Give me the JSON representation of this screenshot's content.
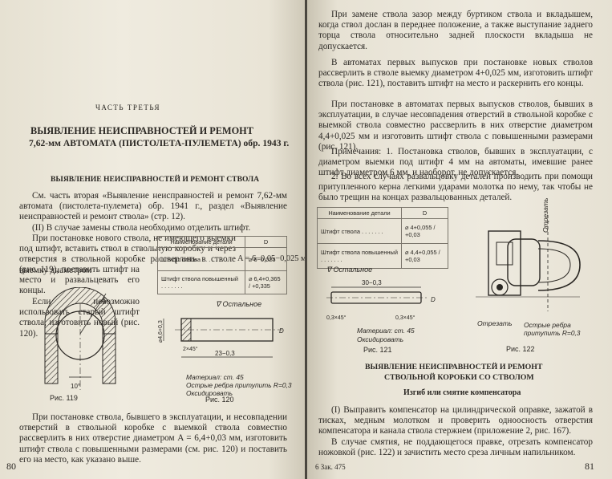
{
  "left_page": {
    "part_label": "ЧАСТЬ ТРЕТЬЯ",
    "title_line1": "ВЫЯВЛЕНИЕ НЕИСПРАВНОСТЕЙ И РЕМОНТ",
    "title_line2": "7,62-мм АВТОМАТА (ПИСТОЛЕТА-ПУЛЕМЕТА) обр. 1943 г.",
    "section_title": "ВЫЯВЛЕНИЕ НЕИСПРАВНОСТЕЙ И РЕМОНТ СТВОЛА",
    "para1": "См. часть вторая «Выявление неисправностей и ремонт 7,62-мм автомата (пистолета-пулемета) обр. 1941 г., раздел «Выявление неисправностей и ремонт ствола» (стр. 12).",
    "para2": "(II) В случае замены ствола необходимо отделить штифт.",
    "para3": "При постановке нового ствола, не имеющего выемки под штифт, вставить ствол в ствольную коробку и через отверстия в ствольной коробке рассверлить в стволе выемку диаметром",
    "formula_A": "A = 6−0,05−0,025 мм",
    "para3b": "(рис. 119), поставить штифт на место и развальцевать его концы.",
    "para4": "Если невозможно использовать старый штифт ствола, изготовить новый (рис. 120).",
    "table": {
      "headers": [
        "Наименование детали",
        "D"
      ],
      "rows": [
        [
          "Штифт ствола . . . . . . .",
          "⌀ 6−0,025"
        ],
        [
          "Штифт ствола повышенный . . . . . . .",
          "⌀ 6,4+0,365 / +0,335"
        ]
      ]
    },
    "fig119_caption": "Рис. 119",
    "fig120_caption": "Рис. 120",
    "fig120_rest": "∇ Остальное",
    "fig120_dim_len": "23−0,3",
    "fig120_dim_chamfer": "2×45°",
    "fig120_dim_dia": "⌀4,6+0,3",
    "fig119_dim_angle": "10°",
    "fig119_dim_A": "A",
    "fig120_note1": "Материал: ст. 45",
    "fig120_note2": "Острые ребра притупить R=0,3",
    "fig120_note3": "Оксидировать",
    "bottom_para": "При постановке ствола, бывшего в эксплуатации, и несовпадении отверстий в ствольной коробке с выемкой ствола совместно рассверлить в них отверстие диаметром A = 6,4+0,03 мм, изготовить штифт ствола с повышенными размерами (см. рис. 120) и поставить его на место, как указано выше.",
    "page_number": "80"
  },
  "right_page": {
    "para1": "При замене ствола зазор между буртиком ствола и вкладышем, когда ствол дослан в переднее положение, а также выступание заднего торца ствола относительно задней плоскости вкладыша не допускается.",
    "para2": "В автоматах первых выпусков при постановке новых стволов рассверлить в стволе выемку диаметром 4+0,025 мм, изготовить штифт ствола (рис. 121), поставить штифт на место и раскернить его концы.",
    "para3": "При постановке в автоматах первых выпусков стволов, бывших в эксплуатации, в случае несовпадения отверстий в ствольной коробке с выемкой ствола совместно рассверлить в них отверстие диаметром 4,4+0,025 мм и изготовить штифт ствола с повышенными размерами (рис. 121).",
    "note1": "Примечания: 1. Постановка стволов, бывших в эксплуатации, с диаметром выемки под штифт 4 мм на автоматы, имевшие ранее штифт диаметром 6 мм, и наоборот, не допускается.",
    "note2": "2. Во всех случаях развальцовку деталей производить при помощи притупленного керна легкими ударами молотка по нему, так чтобы не было трещин на концах развальцованных деталей.",
    "table": {
      "headers": [
        "Наименование детали",
        "D"
      ],
      "rows": [
        [
          "Штифт ствола . . . . . . .",
          "⌀ 4+0,055 / +0,03"
        ],
        [
          "Штифт ствола повышенный . . . . . . .",
          "⌀ 4,4+0,055 / +0,03"
        ]
      ]
    },
    "fig121_rest": "∇ Остальное",
    "fig121_dim_len": "30−0,3",
    "fig121_dim_ch1": "0,3×45°",
    "fig121_dim_ch2": "0,3×45°",
    "fig121_dim_D": "D",
    "fig121_note1": "Материал: ст. 45",
    "fig121_note2": "Оксидировать",
    "fig121_caption": "Рис. 121",
    "fig122_cut1": "Отрезать",
    "fig122_cut2": "Отрезать",
    "fig122_note": "Острые ребра притупить R=0,3",
    "fig122_caption": "Рис. 122",
    "section_title1": "ВЫЯВЛЕНИЕ НЕИСПРАВНОСТЕЙ И РЕМОНТ",
    "section_title2": "СТВОЛЬНОЙ КОРОБКИ СО СТВОЛОМ",
    "subsection": "Изгиб или смятие компенсатора",
    "para4": "(I) Выправить компенсатор на цилиндрической оправке, зажатой в тисках, медным молотком и проверить однoосность отверстия компенсатора и канала ствола стержнем (приложение 2, рис. 167).",
    "para5": "В случае смятия, не поддающегося правке, отрезать компенсатор ножовкой (рис. 122) и зачистить место среза личным напильником.",
    "footer_signature": "6 Зак. 475",
    "page_number": "81"
  }
}
